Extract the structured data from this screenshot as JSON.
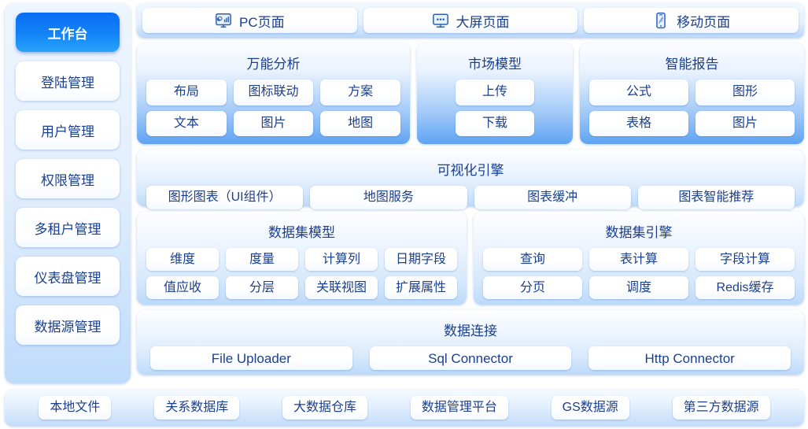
{
  "theme": {
    "accent": "#0a6df5",
    "text_blue": "#1a3f8f",
    "panel_deep_top": "#fbfdff",
    "panel_deep_bottom": "#5ea3f3",
    "panel_light_bottom": "#bcd9fa",
    "page_bg": "#ffffff"
  },
  "sidebar": {
    "items": [
      {
        "label": "工作台",
        "active": true
      },
      {
        "label": "登陆管理",
        "active": false
      },
      {
        "label": "用户管理",
        "active": false
      },
      {
        "label": "权限管理",
        "active": false
      },
      {
        "label": "多租户管理",
        "active": false
      },
      {
        "label": "仪表盘管理",
        "active": false
      },
      {
        "label": "数据源管理",
        "active": false
      }
    ]
  },
  "tabs": [
    {
      "label": "PC页面",
      "icon": "monitor-chart-icon"
    },
    {
      "label": "大屏页面",
      "icon": "big-screen-icon"
    },
    {
      "label": "移动页面",
      "icon": "mobile-phone-icon"
    }
  ],
  "panels": {
    "universal_analysis": {
      "title": "万能分析",
      "rows": [
        [
          "布局",
          "图标联动",
          "方案"
        ],
        [
          "文本",
          "图片",
          "地图"
        ]
      ]
    },
    "market_model": {
      "title": "市场模型",
      "rows": [
        [
          "上传"
        ],
        [
          "下载"
        ]
      ]
    },
    "smart_report": {
      "title": "智能报告",
      "rows": [
        [
          "公式",
          "图形"
        ],
        [
          "表格",
          "图片"
        ]
      ]
    },
    "visualization_engine": {
      "title": "可视化引擎",
      "rows": [
        [
          "图形图表（UI组件）",
          "地图服务",
          "图表缓冲",
          "图表智能推荐"
        ]
      ]
    },
    "dataset_model": {
      "title": "数据集模型",
      "rows": [
        [
          "维度",
          "度量",
          "计算列",
          "日期字段"
        ],
        [
          "值应收",
          "分层",
          "关联视图",
          "扩展属性"
        ]
      ]
    },
    "dataset_engine": {
      "title": "数据集引擎",
      "rows": [
        [
          "查询",
          "表计算",
          "字段计算"
        ],
        [
          "分页",
          "调度",
          "Redis缓存"
        ]
      ]
    },
    "data_connection": {
      "title": "数据连接",
      "rows": [
        [
          "File Uploader",
          "Sql Connector",
          "Http Connector"
        ]
      ]
    }
  },
  "bottom_bar": {
    "items": [
      "本地文件",
      "关系数据库",
      "大数据仓库",
      "数据管理平台",
      "GS数据源",
      "第三方数据源"
    ]
  }
}
